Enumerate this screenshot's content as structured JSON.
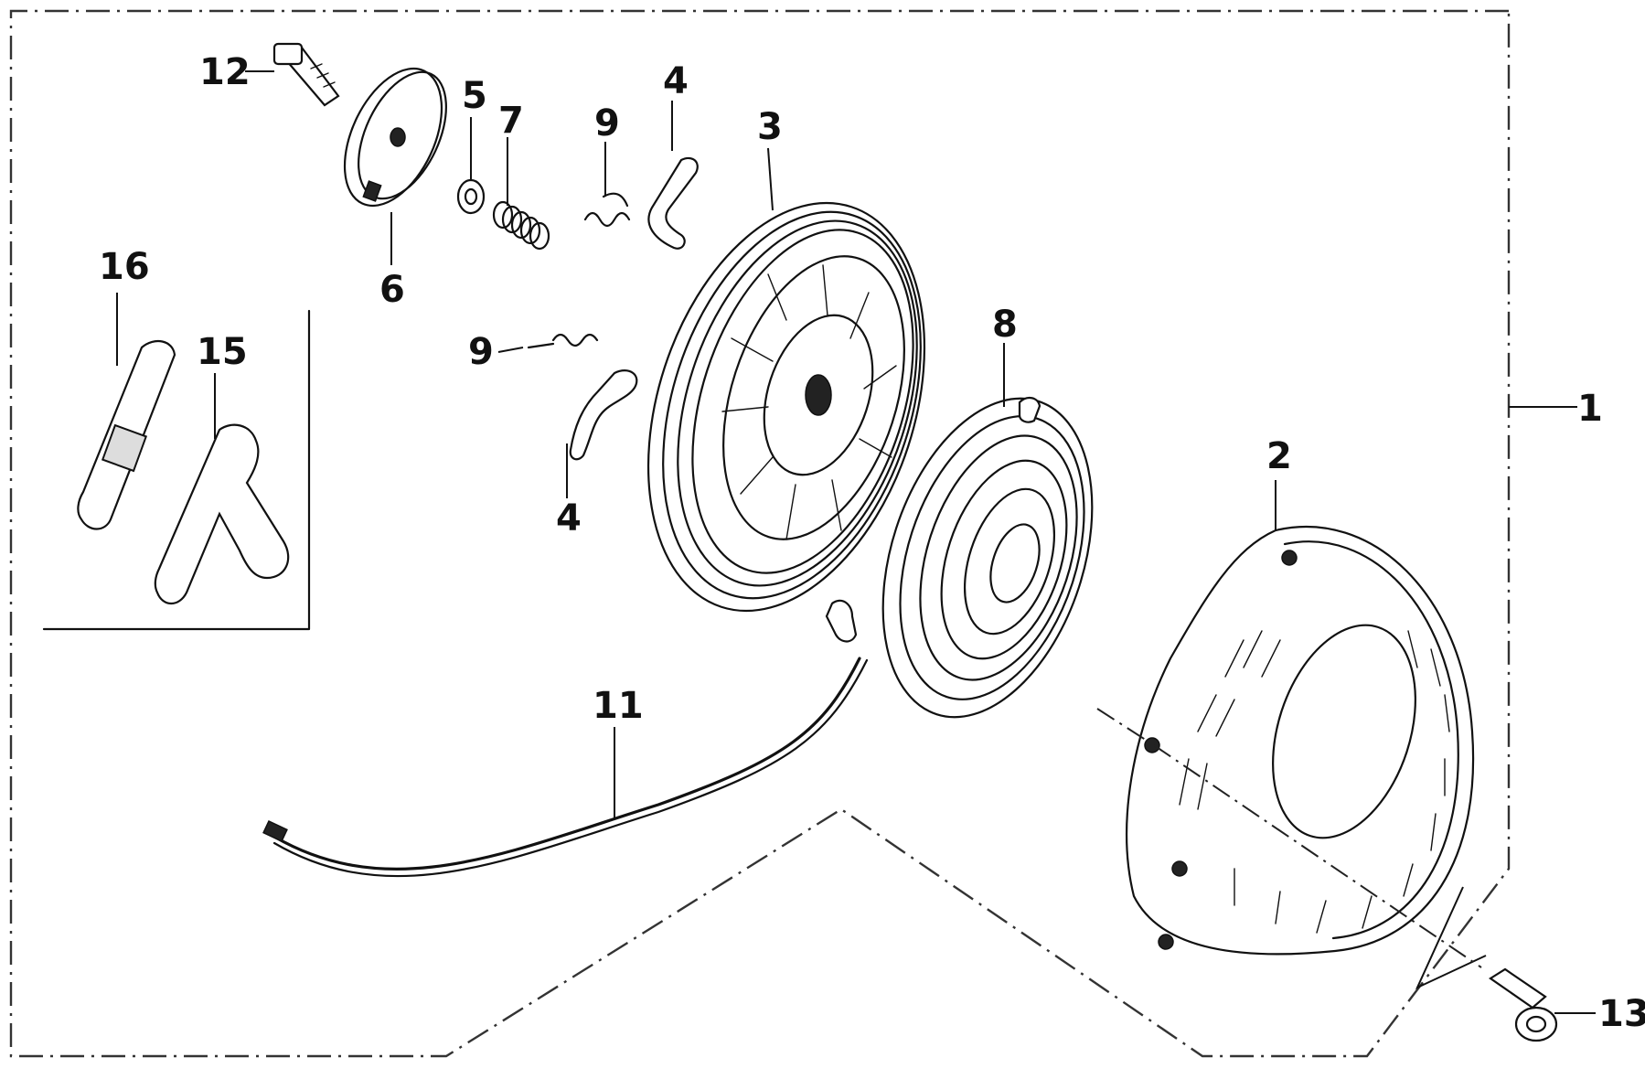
{
  "diagram": {
    "labels": {
      "c1": "1",
      "c2": "2",
      "c3": "3",
      "c4a": "4",
      "c4b": "4",
      "c5": "5",
      "c6": "6",
      "c7": "7",
      "c8": "8",
      "c9a": "9",
      "c9b": "9",
      "c11": "11",
      "c12": "12",
      "c13": "13",
      "c15": "15",
      "c16": "16"
    }
  }
}
